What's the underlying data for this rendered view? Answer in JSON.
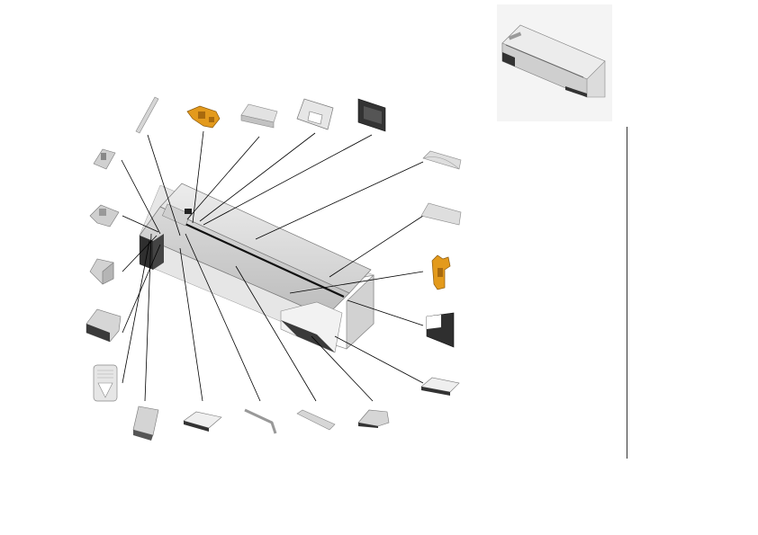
{
  "diagram": {
    "kind": "exploded-view",
    "main_assembly": "printer-housing",
    "overview_thumbnail": "assembled-printer",
    "part_icons": [
      "rod-part-icon",
      "orange-bracket-part-icon",
      "cover-plate-part-icon",
      "guide-frame-part-icon",
      "dark-panel-part-icon",
      "clip-part-icon",
      "latch-part-icon",
      "block-part-icon",
      "dark-cover-part-icon",
      "arrow-label-part-icon",
      "foot-part-icon",
      "tray-part-icon",
      "hex-key-part-icon",
      "strip-part-icon",
      "wedge-part-icon",
      "right-lid-top-part-icon",
      "right-lid-part-icon",
      "orange-bracket-right-part-icon",
      "l-panel-part-icon",
      "right-tray-part-icon"
    ],
    "colors": {
      "part_grey": "#d6d6d6",
      "part_dark": "#3a3a3a",
      "accent_orange": "#e39a1c",
      "leader_line": "#000000",
      "thumbnail_bg": "#f4f4f4"
    }
  }
}
